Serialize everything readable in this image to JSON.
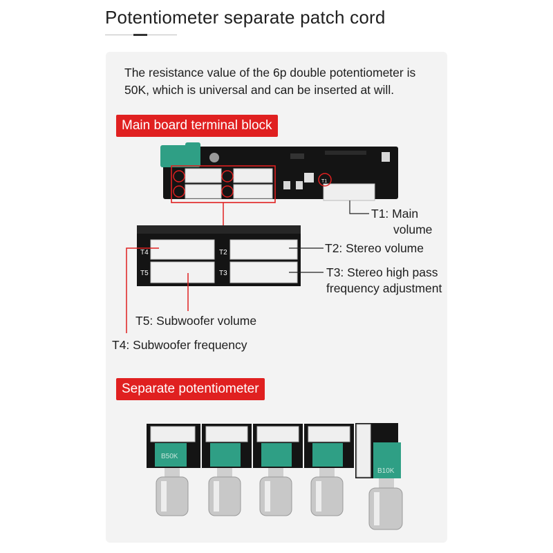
{
  "header": {
    "title": "Potentiometer separate patch cord"
  },
  "intro": {
    "text": "The resistance value of the 6p double potentiometer is 50K, which is universal and can be inserted at will."
  },
  "sections": {
    "terminal_block": "Main board terminal block",
    "separate_pot": "Separate potentiometer"
  },
  "callouts": {
    "t1_line1": "T1: Main",
    "t1_line2": "volume",
    "t2": "T2: Stereo volume",
    "t3_line1": "T3: Stereo high pass",
    "t3_line2": "frequency adjustment",
    "t5": "T5: Subwoofer volume",
    "t4": "T4: Subwoofer frequency"
  },
  "board_labels": {
    "t1": "T1",
    "t2": "T2",
    "t3": "T3",
    "t4": "T4",
    "t5": "T5"
  },
  "pot_labels": [
    "B50K",
    "B10K"
  ],
  "colors": {
    "accent_red": "#e02020",
    "pcb": "#151515",
    "pot_green": "#2f9f85"
  }
}
